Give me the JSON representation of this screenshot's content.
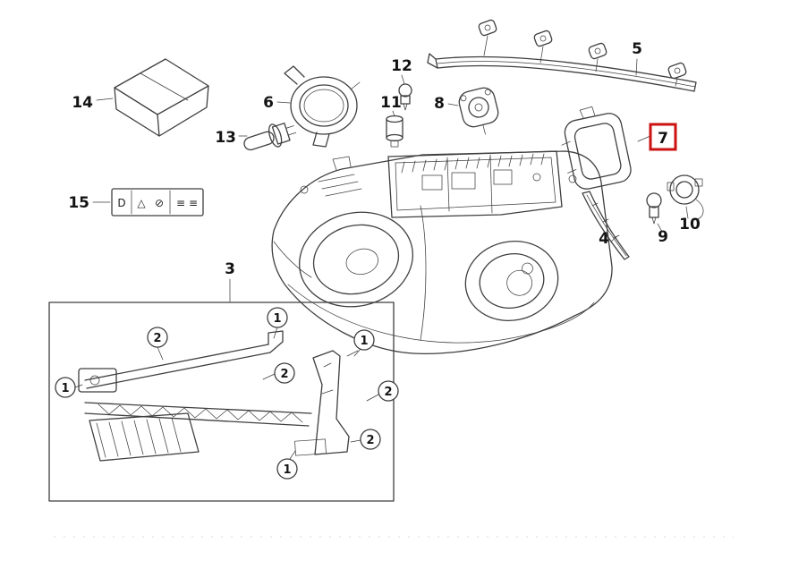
{
  "diagram": {
    "type": "exploded-parts-diagram",
    "subject": "headlight-assembly-with-mounting-bracket",
    "line_color": "#3f3f3f",
    "highlight_color": "#cc1111",
    "labels": {
      "l3": "3",
      "l4": "4",
      "l5": "5",
      "l6": "6",
      "l7": "7",
      "l8": "8",
      "l9": "9",
      "l10": "10",
      "l11": "11",
      "l12": "12",
      "l13": "13",
      "l14": "14",
      "l15": "15"
    },
    "callout_1": "1",
    "callout_2": "2",
    "safety_label": {
      "d": "D",
      "triangle": "△",
      "prohibition": "⊘",
      "lines_a": "≡",
      "lines_b": "≡"
    }
  }
}
